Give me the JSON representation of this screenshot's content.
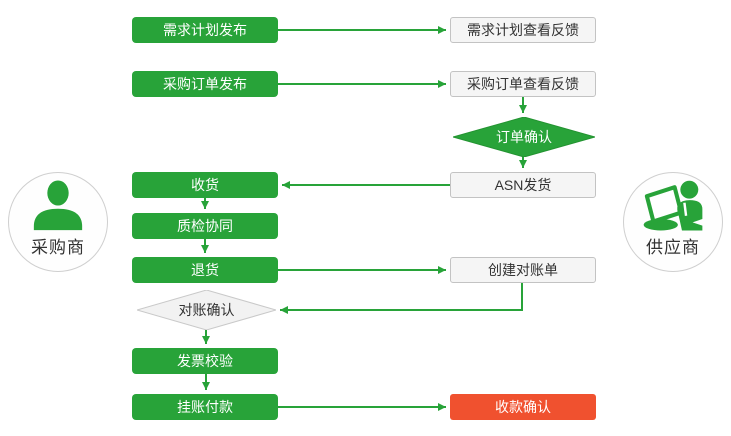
{
  "actors": {
    "buyer": {
      "label": "采购商"
    },
    "supplier": {
      "label": "供应商"
    }
  },
  "nodes": {
    "plan_publish": {
      "label": "需求计划发布",
      "type": "process-green"
    },
    "plan_feedback": {
      "label": "需求计划查看反馈",
      "type": "process-gray"
    },
    "po_publish": {
      "label": "采购订单发布",
      "type": "process-green"
    },
    "po_feedback": {
      "label": "采购订单查看反馈",
      "type": "process-gray"
    },
    "order_confirm": {
      "label": "订单确认",
      "type": "decision-green"
    },
    "receive": {
      "label": "收货",
      "type": "process-green"
    },
    "asn_ship": {
      "label": "ASN发货",
      "type": "process-gray"
    },
    "quality_check": {
      "label": "质检协同",
      "type": "process-green"
    },
    "return_goods": {
      "label": "退货",
      "type": "process-green"
    },
    "create_statement": {
      "label": "创建对账单",
      "type": "process-gray"
    },
    "recon_confirm": {
      "label": "对账确认",
      "type": "decision-gray"
    },
    "invoice_verify": {
      "label": "发票校验",
      "type": "process-green"
    },
    "payment": {
      "label": "挂账付款",
      "type": "process-green"
    },
    "collection_confirm": {
      "label": "收款确认",
      "type": "process-red"
    }
  },
  "colors": {
    "green": "#28A339",
    "red": "#F0512F",
    "gray_fill": "#F5F5F5",
    "gray_border": "#C3C3C3"
  }
}
